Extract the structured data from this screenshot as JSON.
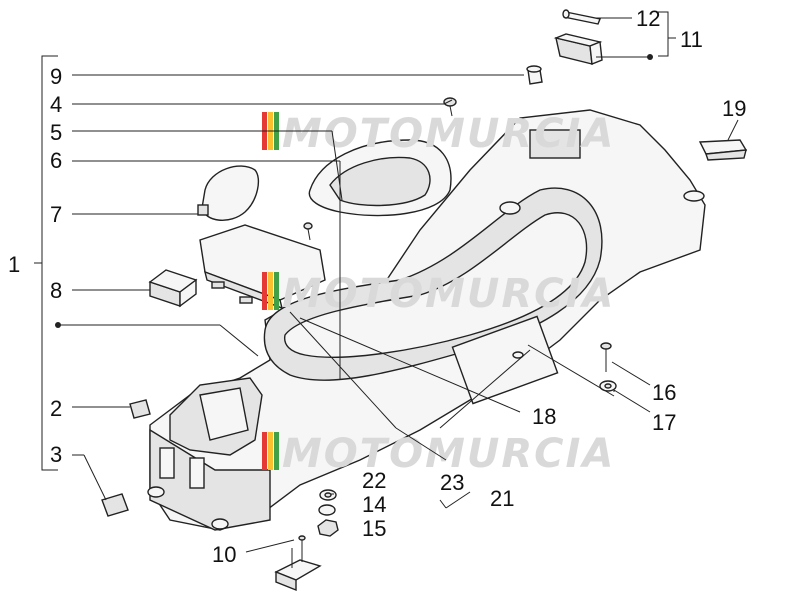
{
  "callouts": [
    {
      "id": "c1",
      "text": "1"
    },
    {
      "id": "c2",
      "text": "2"
    },
    {
      "id": "c3",
      "text": "3"
    },
    {
      "id": "c4",
      "text": "4"
    },
    {
      "id": "c5",
      "text": "5"
    },
    {
      "id": "c6",
      "text": "6"
    },
    {
      "id": "c7",
      "text": "7"
    },
    {
      "id": "c8",
      "text": "8"
    },
    {
      "id": "c9",
      "text": "9"
    },
    {
      "id": "c10",
      "text": "10"
    },
    {
      "id": "c11",
      "text": "11"
    },
    {
      "id": "c12",
      "text": "12"
    },
    {
      "id": "c14",
      "text": "14"
    },
    {
      "id": "c15",
      "text": "15"
    },
    {
      "id": "c16",
      "text": "16"
    },
    {
      "id": "c17",
      "text": "17"
    },
    {
      "id": "c18",
      "text": "18"
    },
    {
      "id": "c19",
      "text": "19"
    },
    {
      "id": "c21",
      "text": "21"
    },
    {
      "id": "c22",
      "text": "22"
    },
    {
      "id": "c23",
      "text": "23"
    }
  ],
  "watermark": {
    "text": "MOTOMURCIA"
  },
  "colors": {
    "ink": "#222222",
    "watermark": "#d9d9d9",
    "flag_red": "#e53935",
    "flag_yellow": "#fbc02d",
    "flag_green": "#43a047"
  }
}
